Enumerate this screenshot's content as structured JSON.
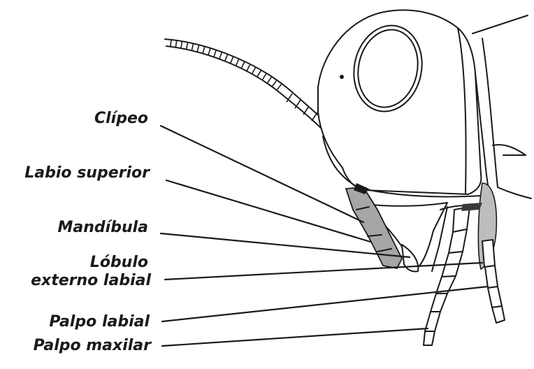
{
  "labels": [
    {
      "key": "clipeo",
      "text": "Clípeo"
    },
    {
      "key": "labio_superior",
      "text": "Labio superior"
    },
    {
      "key": "mandibula",
      "text": "Mandíbula"
    },
    {
      "key": "lobulo_line1",
      "text": "Lóbulo"
    },
    {
      "key": "lobulo_line2",
      "text": "externo labial"
    },
    {
      "key": "palpo_labial",
      "text": "Palpo labial"
    },
    {
      "key": "palpo_maxilar",
      "text": "Palpo maxilar"
    }
  ],
  "colors": {
    "line": "#1a1a1a",
    "shading": "#a6a6a6",
    "background": "#ffffff"
  }
}
